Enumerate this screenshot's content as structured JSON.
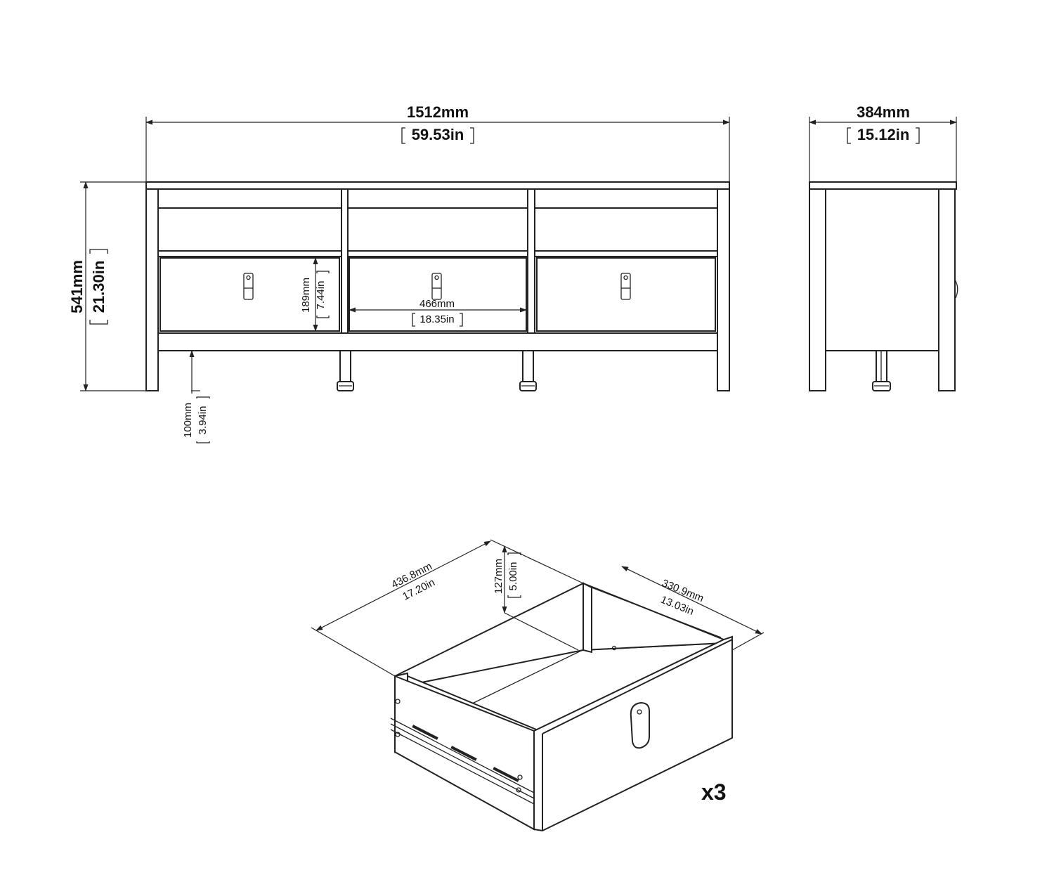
{
  "front_view": {
    "width_mm": "1512mm",
    "width_in": "59.53in",
    "height_mm": "541mm",
    "height_in": "21.30in",
    "leg_mm": "100mm",
    "leg_in": "3.94in",
    "drawer_h_mm": "189mm",
    "drawer_h_in": "7.44in",
    "drawer_w_mm": "466mm",
    "drawer_w_in": "18.35in"
  },
  "side_view": {
    "depth_mm": "384mm",
    "depth_in": "15.12in"
  },
  "drawer_view": {
    "length_mm": "436.8mm",
    "length_in": "17.20in",
    "height_mm": "127mm",
    "height_in": "5.00in",
    "width_mm": "330.9mm",
    "width_in": "13.03in",
    "quantity": "x3"
  }
}
